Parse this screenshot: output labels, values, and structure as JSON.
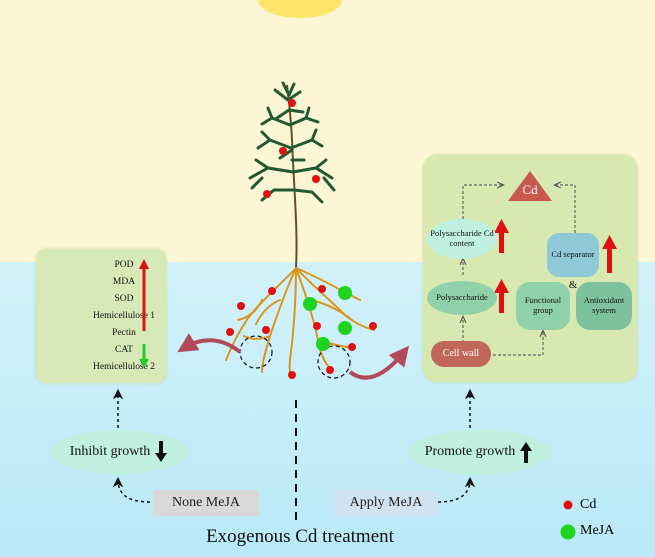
{
  "left_panel": {
    "items": [
      "POD",
      "MDA",
      "SOD",
      "Hemicellulose 1",
      "Pectin",
      "CAT",
      "Hemicellulose 2"
    ]
  },
  "right_panel": {
    "cd_label": "Cd",
    "polysaccharide_cd_content": "Polysaccharide Cd content",
    "cd_separator": "Cd separator",
    "polysaccharide": "Polysaccharide",
    "ampersand": "&",
    "functional_group": "Functional group",
    "antioxidant_system": "Antioxidant system",
    "cell_wall": "Cell wall"
  },
  "bottom": {
    "inhibit_growth": "Inhibit growth",
    "promote_growth": "Promote growth",
    "none_meja": "None MeJA",
    "apply_meja": "Apply MeJA",
    "treatment": "Exogenous Cd treatment"
  },
  "legend": {
    "cd": "Cd",
    "meja": "MeJA"
  },
  "colors": {
    "sky": "#fdf6d4",
    "water": "#c3ecf8",
    "cd_dot": "#e01010",
    "meja_dot": "#1fd41f",
    "up_arrow": "#dd1111",
    "down_arrow": "#22cc22",
    "cell_wall": "#c0675a",
    "separator": "#8fc9d8",
    "node_green": "#8fd1a8",
    "cd_triangle": "#c9584f"
  }
}
